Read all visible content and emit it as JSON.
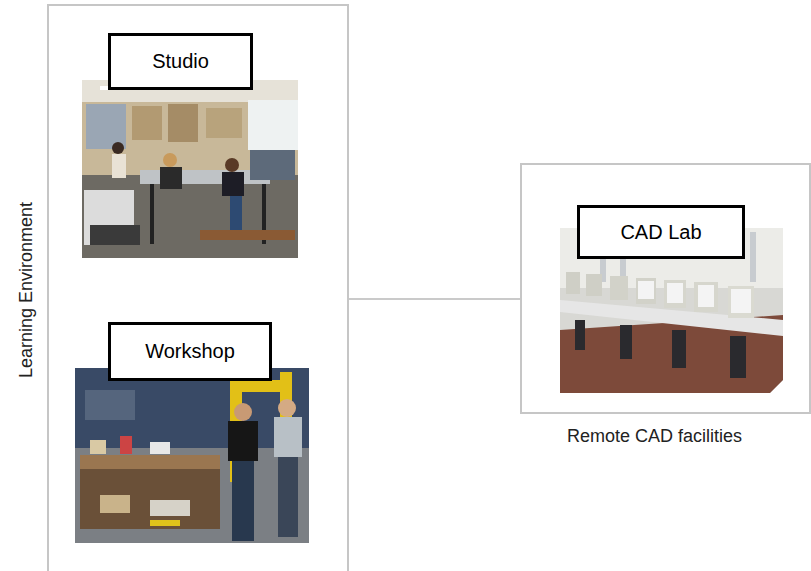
{
  "diagram": {
    "nodes": [
      {
        "text": [
          "Learning Environment"
        ]
      },
      {
        "text": [
          "Studio"
        ],
        "in": 0
      },
      {
        "text": [
          "Workshop"
        ],
        "in": 0
      },
      {
        "text": [
          "Remote CAD facilities"
        ]
      },
      {
        "text": [
          "CAD Lab"
        ],
        "in": 3
      }
    ],
    "edges": [
      {
        "from": 0,
        "to": 3,
        "arrow": "none"
      }
    ]
  }
}
